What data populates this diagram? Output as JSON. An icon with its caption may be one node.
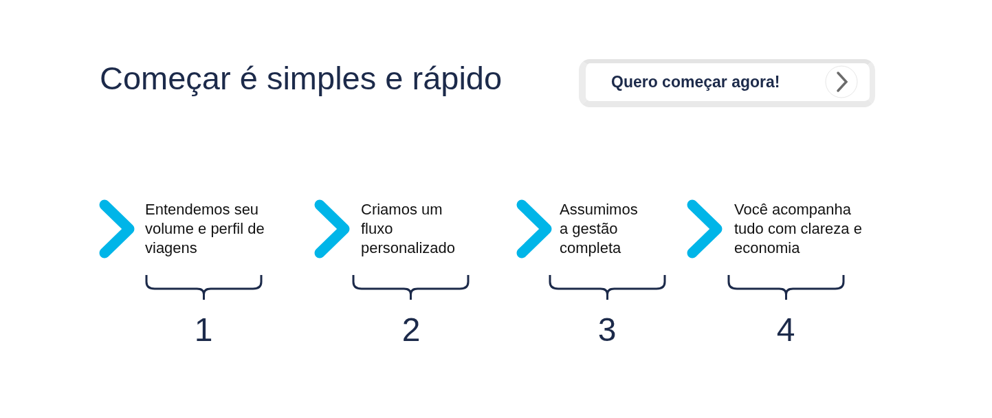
{
  "diagram": {
    "title": "Começar é simples e rápido",
    "labels": [
      "Quero começar agora!",
      "Entendemos seu volume e perfil de viagens",
      "Criamos um fluxo personalizado",
      "Assumimos a gestão completa",
      "Você acompanha tudo com clareza e economia",
      "1",
      "2",
      "3",
      "4"
    ]
  }
}
